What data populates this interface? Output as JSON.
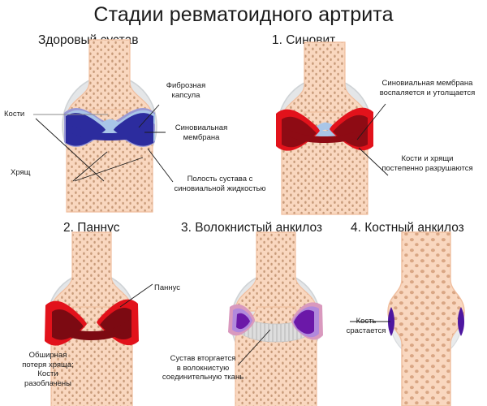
{
  "title": "Стадии ревматоидного артрита",
  "panels": [
    {
      "id": "healthy",
      "heading": "Здоровый сустав",
      "labels": [
        {
          "name": "fibrous-capsule",
          "text": "Фиброзная\nкапсула"
        },
        {
          "name": "synovial-membrane",
          "text": "Синовиальная\nмембрана"
        },
        {
          "name": "joint-cavity",
          "text": "Полость сустава с\nсиновиальной жидкостью"
        },
        {
          "name": "bones",
          "text": "Кости"
        },
        {
          "name": "cartilage",
          "text": "Хрящ"
        }
      ]
    },
    {
      "id": "synovitis",
      "heading": "1. Синовит",
      "labels": [
        {
          "name": "membrane-inflamed",
          "text": "Синовиальная мембрана\nвоспаляется и утолщается"
        },
        {
          "name": "bones-cartilage-destroyed",
          "text": "Кости и хрящи\nпостепенно разрушаются"
        }
      ]
    },
    {
      "id": "pannus",
      "heading": "2. Паннус",
      "labels": [
        {
          "name": "pannus",
          "text": "Паннус"
        },
        {
          "name": "cartilage-loss",
          "text": "Обширная\nпотеря хряща;\nКости\nразоблачены"
        }
      ]
    },
    {
      "id": "fibrous-ankylosis",
      "heading": "3. Волокнистый анкилоз",
      "labels": [
        {
          "name": "fibrous-invasion",
          "text": "Сустав вторгается\nв волокнистую\nсоединительную ткань"
        }
      ]
    },
    {
      "id": "bony-ankylosis",
      "heading": "4. Костный анкилоз",
      "labels": [
        {
          "name": "bone-fusion",
          "text": "Кость\nсрастается"
        }
      ]
    }
  ],
  "colors": {
    "bone": "#F9D7BF",
    "bone_edge": "#F2C4A6",
    "bone_speckle": "#C79A79",
    "capsule": "#E4E6E8",
    "capsule_edge": "#CFD3D6",
    "cartilage_light": "#A9C6E8",
    "synovium_dark": "#2C2C9E",
    "synovium_mid": "#9A9AD6",
    "inflamed_bright": "#E2121B",
    "inflamed_dark": "#8E0B14",
    "pannus_dark": "#7C0A12",
    "fibrous_gray": "#D8D8D8",
    "violet_dark": "#6B18A8",
    "violet_mid": "#B189DC",
    "violet_pink": "#D999BE",
    "text": "#1b1b1b",
    "leader": "#1b1b1b"
  }
}
